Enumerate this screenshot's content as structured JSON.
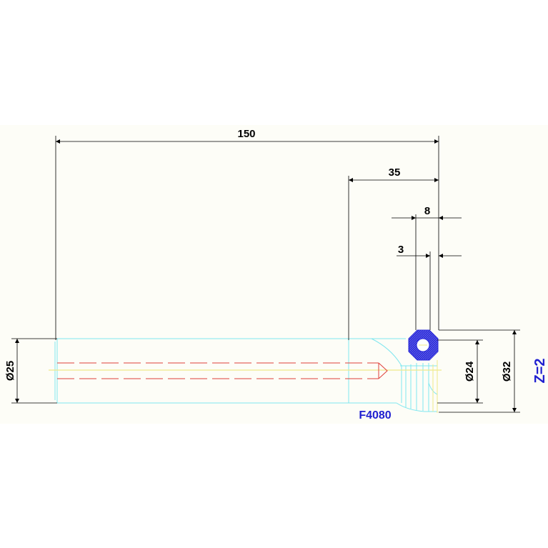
{
  "drawing": {
    "dimensions": {
      "overall_length": "150",
      "head_length": "35",
      "groove_width": "8",
      "groove_offset": "3",
      "shank_diameter": "Ø25",
      "head_inner_diameter": "Ø24",
      "head_outer_diameter": "Ø32"
    },
    "part_code": "F4080",
    "quantity": "Z=2"
  },
  "colors": {
    "outline": "#7fe6ef",
    "centerline": "#f0e98a",
    "hidden_line": "#e0403a",
    "dimension": "#000000",
    "section_fill": "#2a2ad8",
    "label": "#1f1fd0",
    "background": "#fdfdf7"
  }
}
